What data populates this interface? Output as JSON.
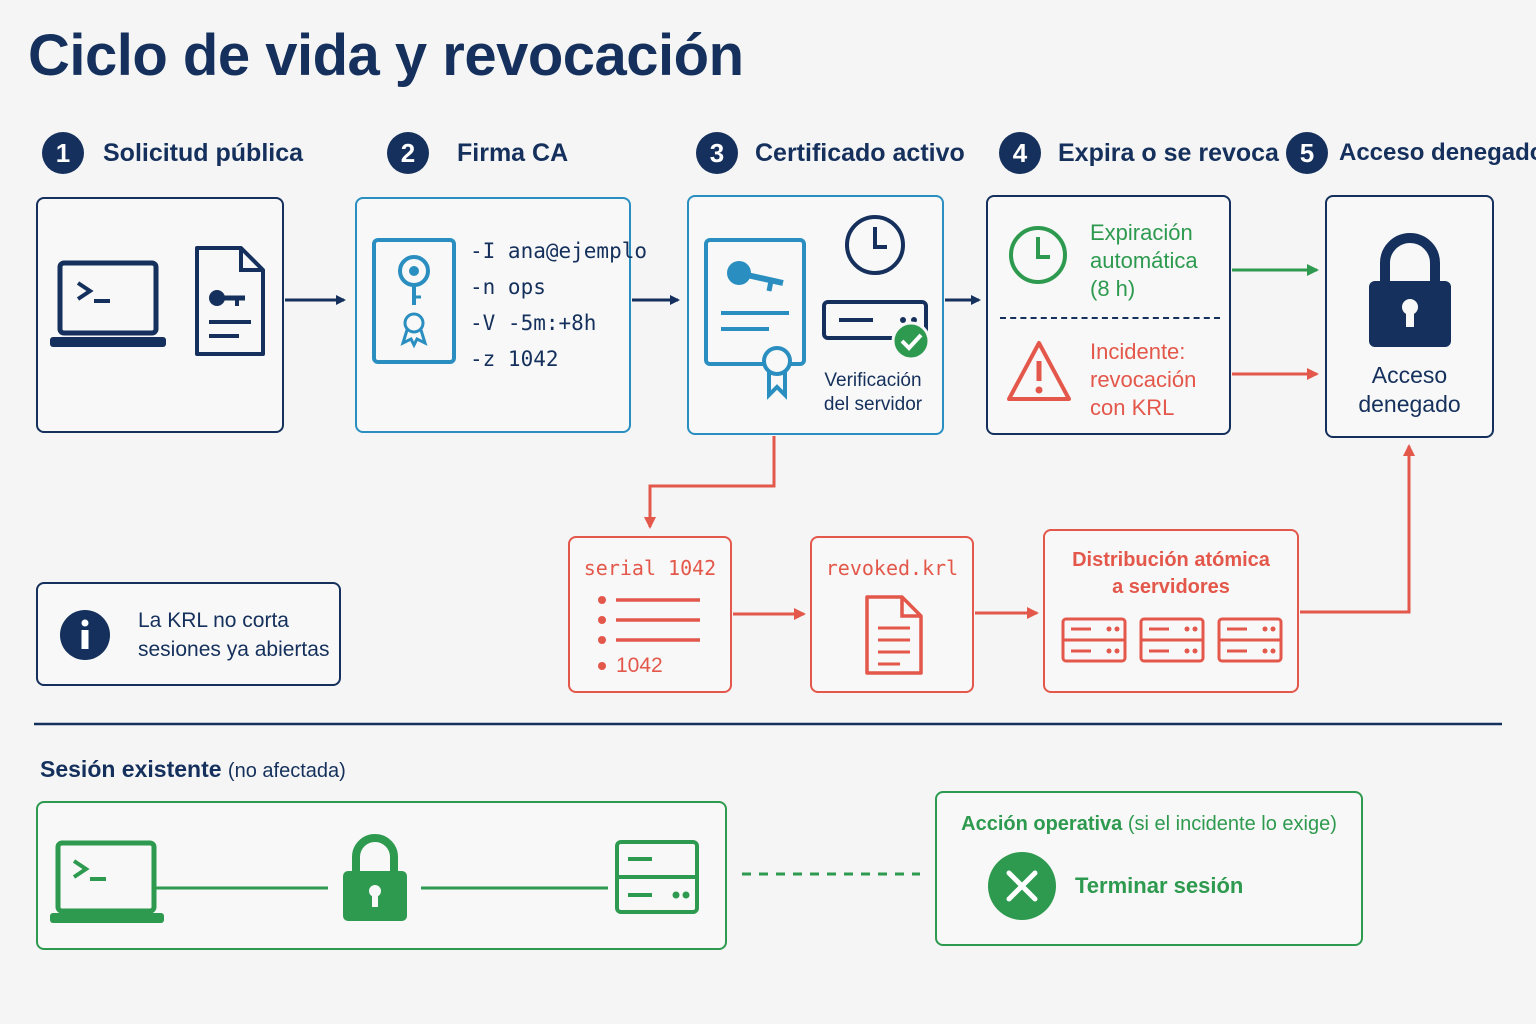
{
  "title": "Ciclo de vida y revocación",
  "steps": [
    {
      "num": "1",
      "label": "Solicitud pública"
    },
    {
      "num": "2",
      "label": "Firma CA"
    },
    {
      "num": "3",
      "label": "Certificado activo"
    },
    {
      "num": "4",
      "label": "Expira o se revoca"
    },
    {
      "num": "5",
      "label": "Acceso denegado"
    }
  ],
  "ca_flags": [
    "-I ana@ejemplo",
    "-n ops",
    "-V -5m:+8h",
    "-z 1042"
  ],
  "active": {
    "verify_line1": "Verificación",
    "verify_line2": "del servidor"
  },
  "expire": {
    "auto_line1": "Expiración",
    "auto_line2": "automática",
    "auto_line3": "(8 h)",
    "incident_line1": "Incidente:",
    "incident_line2": "revocación",
    "incident_line3": "con KRL"
  },
  "denied": {
    "line1": "Acceso",
    "line2": "denegado"
  },
  "revocation": {
    "serial_title": "serial 1042",
    "serial_item": "1042",
    "krl_file": "revoked.krl",
    "dist_line1": "Distribución atómica",
    "dist_line2": "a servidores"
  },
  "note": {
    "line1": "La KRL no corta",
    "line2": "sesiones ya abiertas"
  },
  "session": {
    "title_bold": "Sesión existente",
    "title_rest": "(no afectada)"
  },
  "action": {
    "title_bold": "Acción operativa",
    "title_rest": "(si el incidente lo exige)",
    "button": "Terminar sesión"
  },
  "colors": {
    "navy": "#15305c",
    "blue": "#2a8fc0",
    "red": "#e4574b",
    "green": "#2e9a4f"
  }
}
